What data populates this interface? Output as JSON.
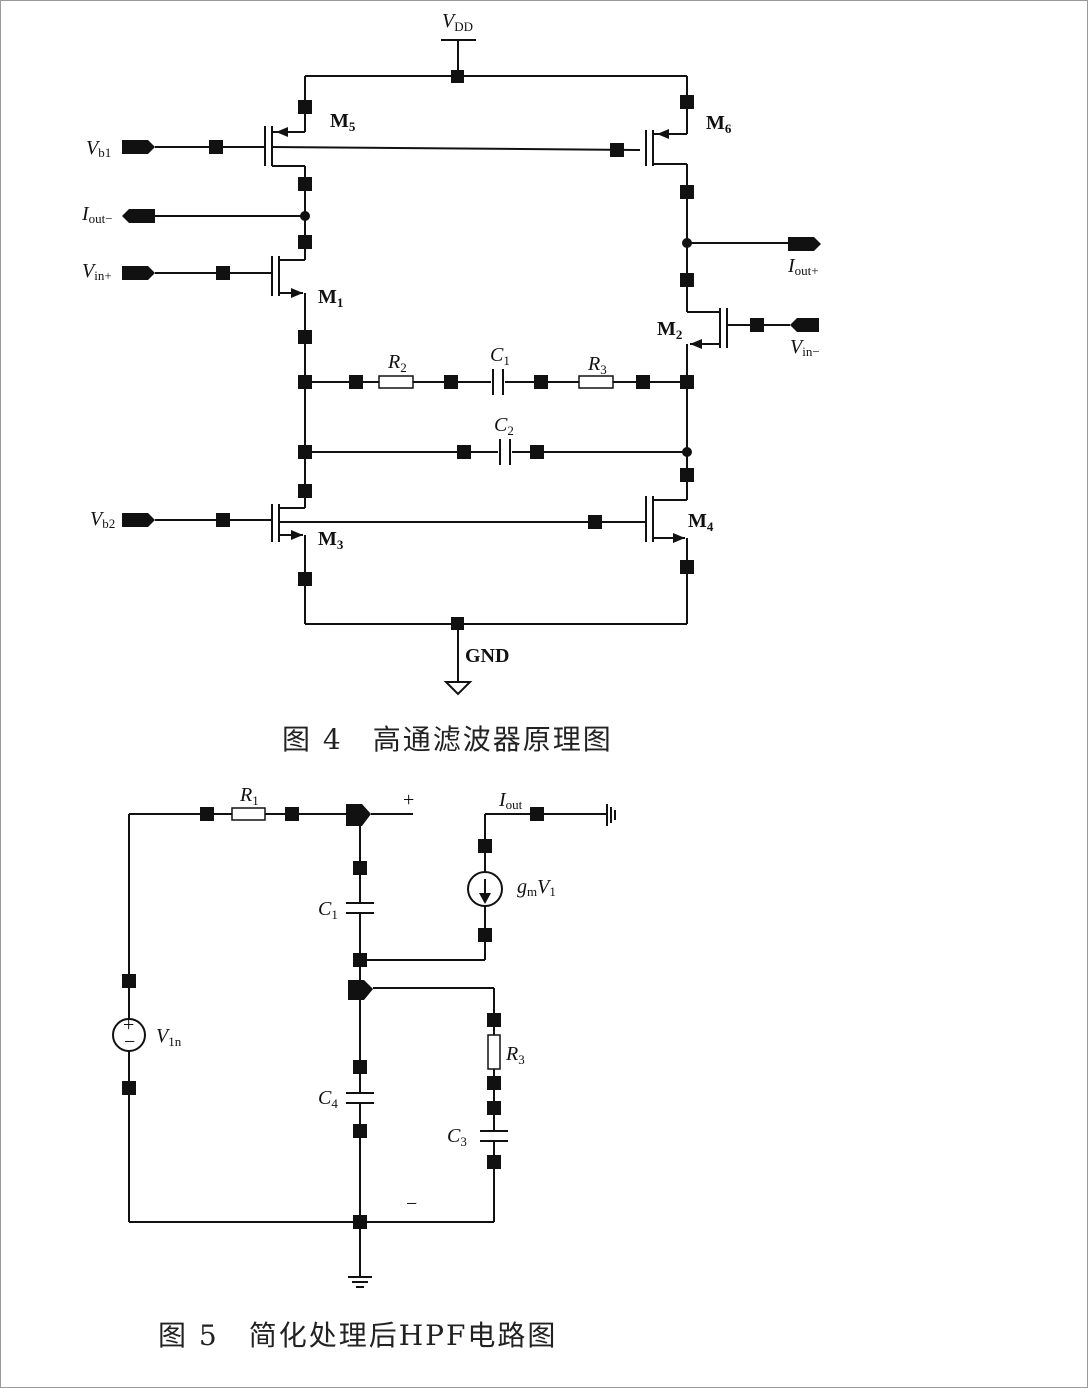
{
  "figure4": {
    "caption": "图 4　高通滤波器原理图",
    "labels": {
      "vdd": "V",
      "vdd_sub": "DD",
      "gnd": "GND",
      "m1": "M",
      "m1_sub": "1",
      "m2": "M",
      "m2_sub": "2",
      "m3": "M",
      "m3_sub": "3",
      "m4": "M",
      "m4_sub": "4",
      "m5": "M",
      "m5_sub": "5",
      "m6": "M",
      "m6_sub": "6",
      "vb1": "V",
      "vb1_sub": "b1",
      "vb2": "V",
      "vb2_sub": "b2",
      "vin_plus": "V",
      "vin_plus_sub": "in+",
      "vin_minus": "V",
      "vin_minus_sub": "in−",
      "iout_minus": "I",
      "iout_minus_sub": "out−",
      "iout_plus": "I",
      "iout_plus_sub": "out+",
      "r2": "R",
      "r2_sub": "2",
      "r3": "R",
      "r3_sub": "3",
      "c1": "C",
      "c1_sub": "1",
      "c2": "C",
      "c2_sub": "2"
    }
  },
  "figure5": {
    "caption": "图 5　简化处理后HPF电路图",
    "labels": {
      "r1": "R",
      "r1_sub": "1",
      "c1": "C",
      "c1_sub": "1",
      "c3": "C",
      "c3_sub": "3",
      "c4": "C",
      "c4_sub": "4",
      "r3": "R",
      "r3_sub": "3",
      "iout": "I",
      "iout_sub": "out",
      "gm": "g",
      "gm_sub": "m",
      "gm_v": "V",
      "gm_v_sub": "1",
      "v1n": "V",
      "v1n_sub": "1n",
      "plus": "+",
      "minus": "−",
      "src_plus": "+",
      "src_minus": "−"
    }
  }
}
